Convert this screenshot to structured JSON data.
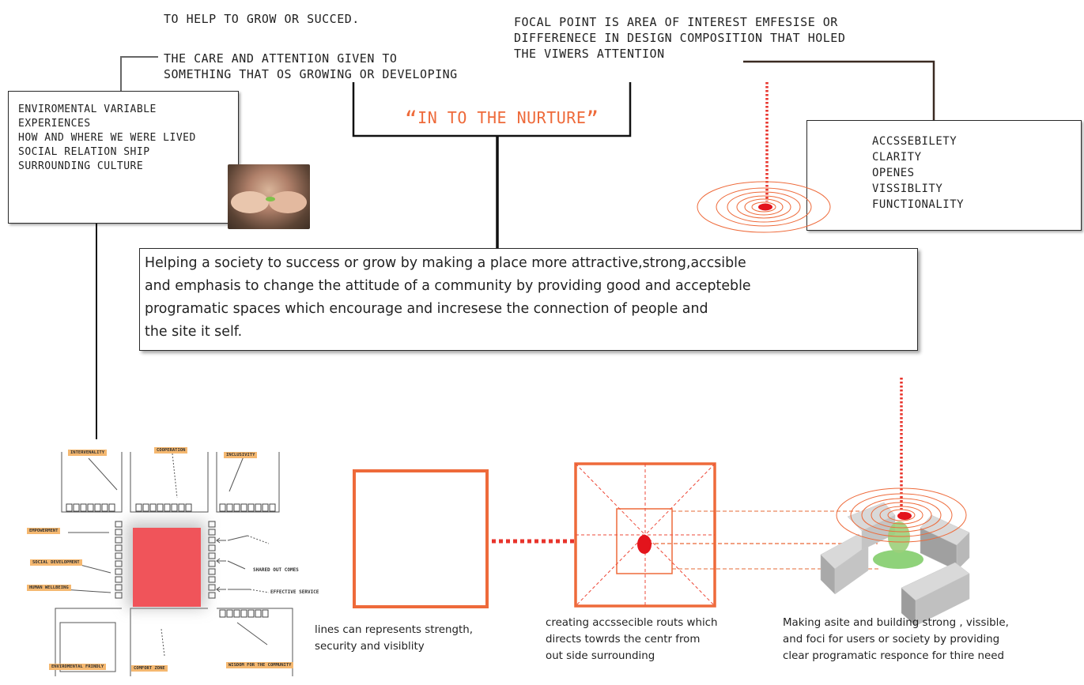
{
  "header": {
    "help_line": "TO HELP TO GROW OR SUCCED.",
    "care_line": "THE CARE AND ATTENTION GIVEN TO\nSOMETHING THAT OS GROWING OR DEVELOPING",
    "focal_line": "FOCAL POINT IS AREA OF INTEREST EMFESISE OR\nDIFFERENECE IN DESIGN COMPOSITION THAT HOLED\nTHE VIWERS ATTENTION"
  },
  "title": "IN TO THE NURTURE",
  "left_box": {
    "lines": "ENVIROMENTAL VARIABLE\nEXPERIENCES\nHOW AND WHERE WE WERE LIVED\nSOCIAL RELATION SHIP\nSURROUNDING CULTURE"
  },
  "right_box": {
    "lines": "ACCSSEBILETY\nCLARITY\nOPENES\nVISSIBLITY\nFUNCTIONALITY"
  },
  "statement": "Helping a society to success or grow by making a place more attractive,strong,accsible\nand emphasis to change the attitude of a community by providing good and accepteble\nprogramatic spaces which encourage and incresese the connection of people and\nthe site it self.",
  "plan_labels": {
    "top_left": "INTERVENALITY",
    "top_mid": "COOPERATION",
    "top_right": "INCLUSIVITY",
    "left_1": "EMPOWERMENT",
    "left_2": "SOCIAL DEVELOPMENT",
    "left_3": "HUMAN WELLBEING",
    "right_1": "SHARED OUT COMES",
    "right_2": "EFFECTIVE SERVICE",
    "bottom_left": "ENVIROMENTAL FRINDLY",
    "bottom_mid": "COMFORT ZONE",
    "bottom_right": "WISDOM FOR THE COMMUNITY"
  },
  "captions": {
    "lines_caption": "lines can represents strength,\nsecurity and visiblity",
    "routes_caption": "creating accssecible routs which\ndirects towrds the centr from\nout side surrounding",
    "site_caption": "Making asite and building strong , vissible,\nand foci for users or society by providing\nclear programatic responce for thire need"
  },
  "colors": {
    "accent": "#ee6a3a",
    "red": "#e3141c",
    "dot_red": "#e8342c",
    "block": "#f0545a",
    "tag": "#f5b870",
    "green": "#8fd27a"
  },
  "icons": {
    "photo": "cupped-hands-sprout-photo",
    "target": "concentric-target-icon"
  }
}
